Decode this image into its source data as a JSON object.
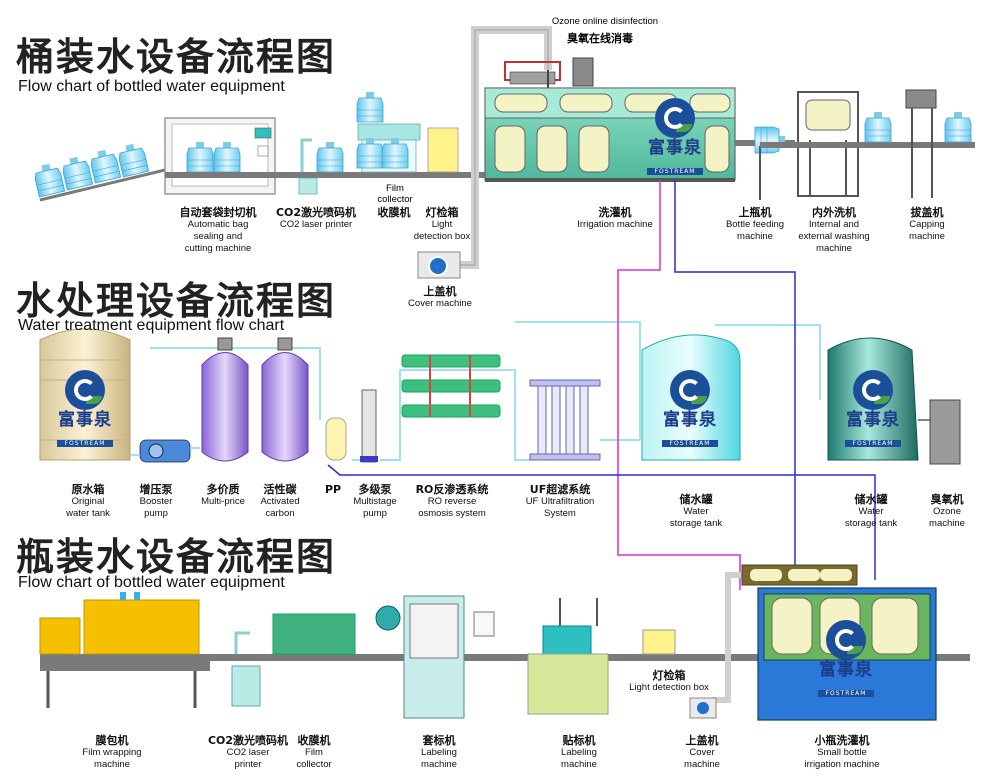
{
  "sections": [
    {
      "cn": "桶装水设备流程图",
      "en": "Flow chart of bottled water equipment"
    },
    {
      "cn": "水处理设备流程图",
      "en": "Water treatment equipment flow chart"
    },
    {
      "cn": "瓶装水设备流程图",
      "en": "Flow chart of bottled water equipment"
    }
  ],
  "brand": {
    "name": "富事泉",
    "sub": "FOSTREAM"
  },
  "barrel_line": {
    "bag_sealer": {
      "cn": "自动套袋封切机",
      "en1": "Automatic bag",
      "en2": "sealing and",
      "en3": "cutting machine"
    },
    "laser": {
      "cn": "CO2激光喷码机",
      "en1": "CO2 laser printer"
    },
    "film_collector_top": {
      "en1": "Film",
      "en2": "collector"
    },
    "film_collector_cn": {
      "cn": "收膜机"
    },
    "light_box": {
      "cn": "灯检箱",
      "en1": "Light",
      "en2": "detection box"
    },
    "cover": {
      "cn": "上盖机",
      "en1": "Cover machine"
    },
    "ozone_note": {
      "en": "Ozone online disinfection",
      "cn": "臭氧在线消毒"
    },
    "irrigation": {
      "cn": "洗灌机",
      "en1": "Irrigation machine"
    },
    "bottle_feed": {
      "cn": "上瓶机",
      "en1": "Bottle feeding",
      "en2": "machine"
    },
    "washing": {
      "cn": "内外洗机",
      "en1": "Internal and",
      "en2": "external washing",
      "en3": "machine"
    },
    "capping": {
      "cn": "拔盖机",
      "en1": "Capping",
      "en2": "machine"
    }
  },
  "water_line": {
    "raw_tank": {
      "cn": "原水箱",
      "en1": "Original",
      "en2": "water tank"
    },
    "booster": {
      "cn": "增压泵",
      "en1": "Booster",
      "en2": "pump"
    },
    "multi": {
      "cn": "多价质",
      "en1": "Multi-price"
    },
    "carbon": {
      "cn": "活性碳",
      "en1": "Activated",
      "en2": "carbon"
    },
    "pp": {
      "cn": "PP"
    },
    "multistage": {
      "cn": "多级泵",
      "en1": "Multistage",
      "en2": "pump"
    },
    "ro": {
      "cn": "RO反渗透系统",
      "en1": "RO reverse",
      "en2": "osmosis system"
    },
    "uf": {
      "cn": "UF超滤系统",
      "en1": "UF Ultrafiltration",
      "en2": "System"
    },
    "storage1": {
      "cn": "储水罐",
      "en1": "Water",
      "en2": "storage tank"
    },
    "storage2": {
      "cn": "储水罐",
      "en1": "Water",
      "en2": "storage tank"
    },
    "ozone": {
      "cn": "臭氧机",
      "en1": "Ozone",
      "en2": "machine"
    }
  },
  "bottle_line": {
    "film_wrap": {
      "cn": "膜包机",
      "en1": "Film wrapping",
      "en2": "machine"
    },
    "laser": {
      "cn": "CO2激光喷码机",
      "en1": "CO2 laser",
      "en2": "printer"
    },
    "film_collector": {
      "cn": "收膜机",
      "en1": "Film",
      "en2": "collector"
    },
    "sleeve": {
      "cn": "套标机",
      "en1": "Labeling",
      "en2": "machine"
    },
    "label": {
      "cn": "贴标机",
      "en1": "Labeling",
      "en2": "machine"
    },
    "light_box": {
      "cn": "灯检箱",
      "en1": "Light detection box"
    },
    "cover": {
      "cn": "上盖机",
      "en1": "Cover",
      "en2": "machine"
    },
    "small_irrigation": {
      "cn": "小瓶洗灌机",
      "en1": "Small bottle",
      "en2": "irrigation machine"
    }
  },
  "colors": {
    "conveyor": "#7a7a7a",
    "pipe_cyan": "#9fe3ec",
    "pipe_magenta": "#e02ad6",
    "pipe_blue": "#2a2ad6",
    "machine_green": "#5fc4a8",
    "bottle_blue": "#8fd8f0",
    "tank_cyan": "#5fe8e8",
    "tank_green": "#2f8f7f",
    "yellow": "#f5c000",
    "purple": "#a070e0"
  }
}
